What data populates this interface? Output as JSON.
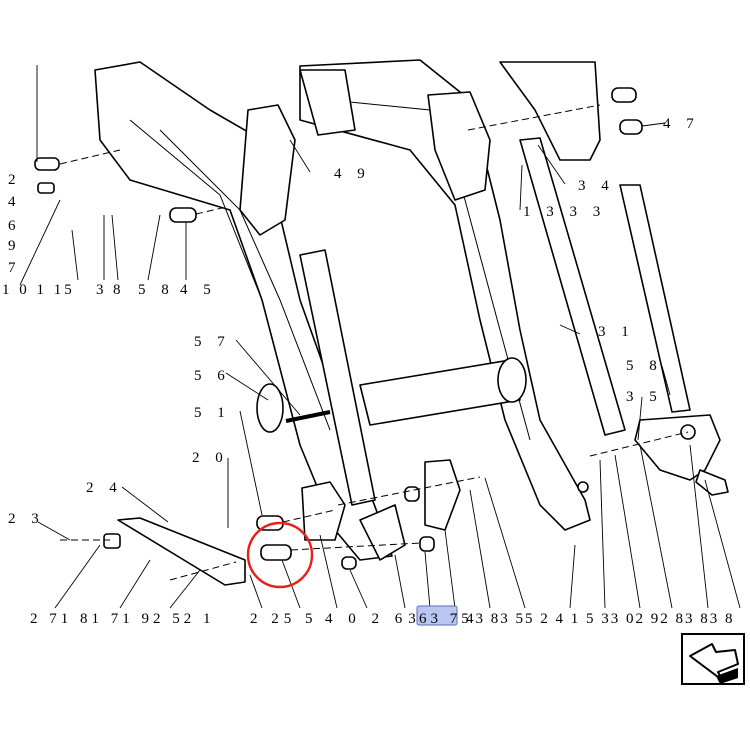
{
  "callouts": {
    "c47": "4 7",
    "c34": "3 4",
    "c1333": "1 3 3 3",
    "c49": "4 9",
    "c2": "2",
    "c4": "4",
    "c6": "6",
    "c9": "9",
    "c7": "7",
    "c1015": "1 0 1 15",
    "c3": "3",
    "c8": "8",
    "c58": "5 8",
    "c45": "4 5",
    "c57": "5 7",
    "c56": "5 6",
    "c51": "5 1",
    "c20": "2 0",
    "c24": "2 4",
    "c23": "2 3",
    "c31": "3 1",
    "c58r": "5 8",
    "c35": "3 5",
    "bottom_row1": "2 71 81 71 92 52 1",
    "bottom_row2": "2 25 5",
    "bottom_row3": "4 0 2 63",
    "selected": "63 75",
    "bottom_row4": "43 83 55 2 4 1 5 33 02 92 83 83 8"
  },
  "highlight_color": "#b9c6ef",
  "circle_color": "#e8201a",
  "nav_icon": "arrow-next-icon"
}
